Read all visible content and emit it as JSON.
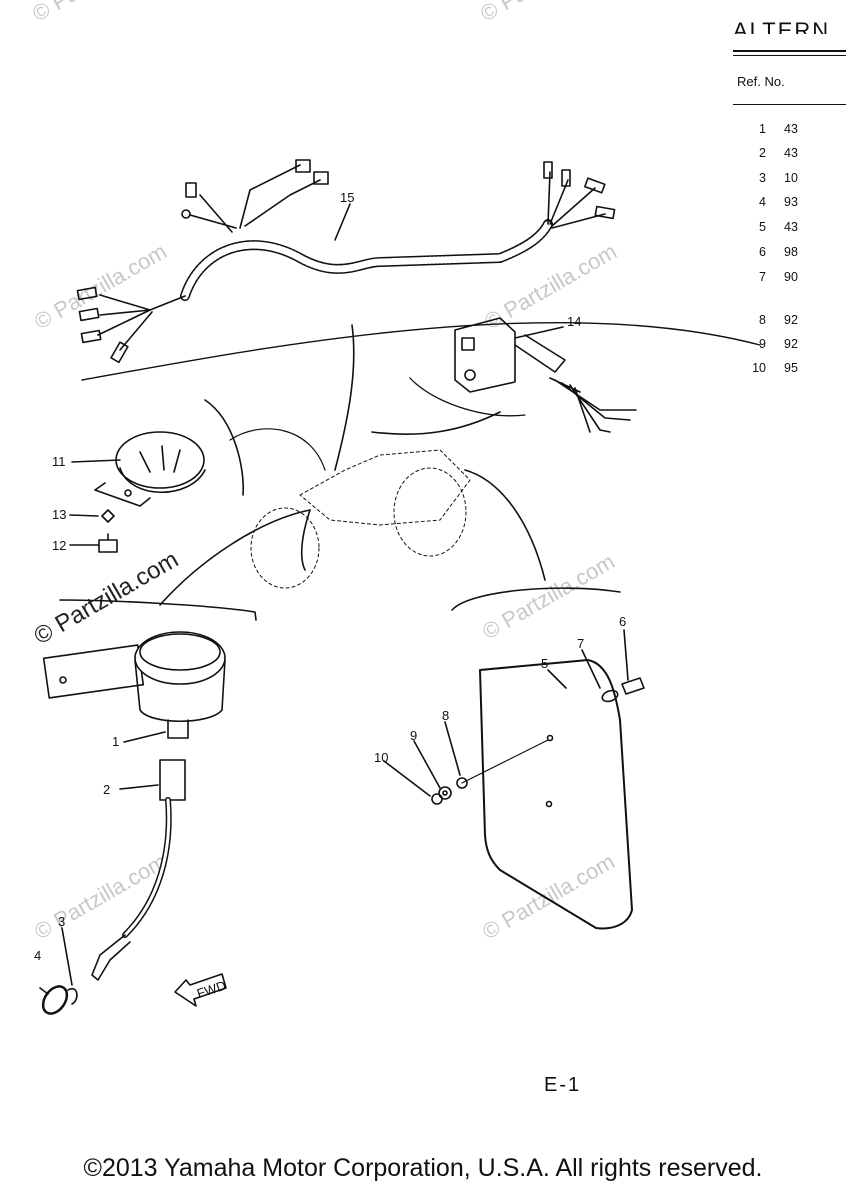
{
  "table": {
    "title": "ALTERN",
    "ref_header": "Ref. No.",
    "rows": [
      {
        "ref": "1",
        "part": "43"
      },
      {
        "ref": "2",
        "part": "43"
      },
      {
        "ref": "3",
        "part": "10"
      },
      {
        "ref": "4",
        "part": "93"
      },
      {
        "ref": "5",
        "part": "43"
      },
      {
        "ref": "6",
        "part": "98"
      },
      {
        "ref": "7",
        "part": "90"
      },
      {
        "ref": "8",
        "part": "92"
      },
      {
        "ref": "9",
        "part": "92"
      },
      {
        "ref": "10",
        "part": "95"
      }
    ]
  },
  "callouts": [
    "1",
    "2",
    "3",
    "4",
    "5",
    "6",
    "7",
    "8",
    "9",
    "10",
    "11",
    "12",
    "13",
    "14",
    "15"
  ],
  "fwd_label": "FWD",
  "page_number": "E-1",
  "watermark": "© Partzilla.com",
  "copyright": "©2013 Yamaha Motor Corporation, U.S.A. All rights reserved."
}
